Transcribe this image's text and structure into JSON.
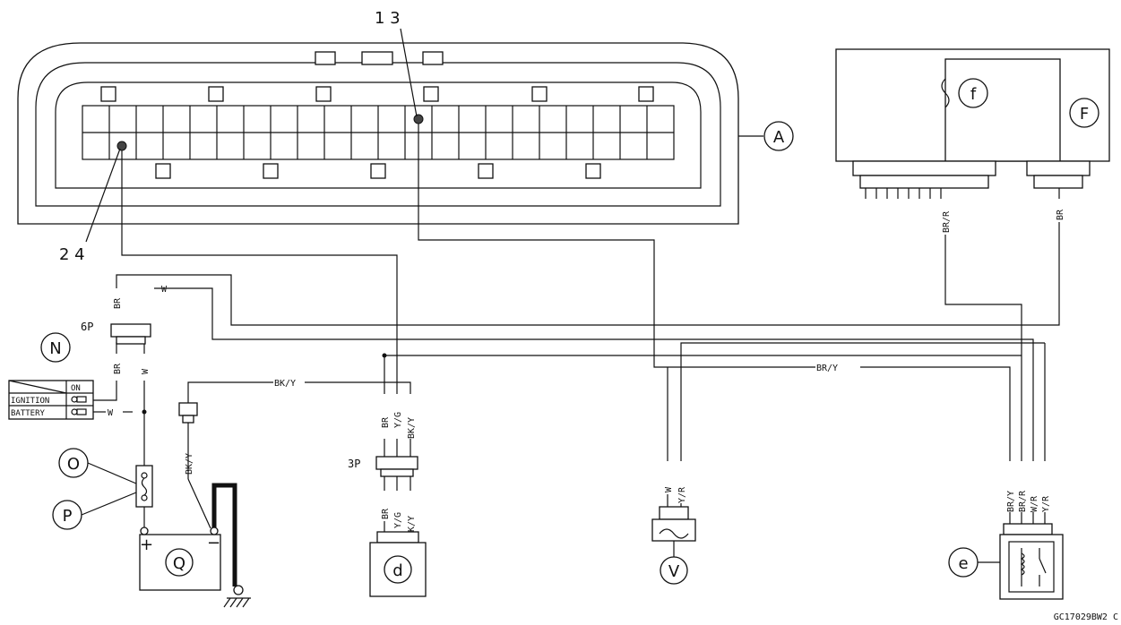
{
  "ecu": {
    "callout": "A",
    "pin_top": "1 3",
    "pin_bottom": "2 4"
  },
  "junction_box": {
    "callout_outer": "F",
    "callout_inner": "f",
    "wire_left": "BR/R",
    "wire_right": "BR"
  },
  "ignition_switch": {
    "callout": "N",
    "connector": "6P",
    "wire_br_top": "BR",
    "wire_w_top": "W",
    "wire_br_bottom": "BR",
    "wire_w_bottom": "W",
    "table_header": "ON",
    "row1": "IGNITION",
    "row2": "BATTERY",
    "wire_w_side": "W"
  },
  "battery_section": {
    "fuse_callout": "O",
    "fuse_holder_callout": "P",
    "battery_callout": "Q",
    "plus": "+",
    "minus": "−",
    "relay_wire": "BK/Y",
    "top_wire": "BK/Y"
  },
  "sensor_d": {
    "callout": "d",
    "connector": "3P",
    "wires_top": [
      "BR",
      "Y/G",
      "BK/Y"
    ],
    "wires_bottom": [
      "BR",
      "Y/G",
      "BK/Y"
    ]
  },
  "component_v": {
    "callout": "V",
    "wires": [
      "W",
      "Y/R"
    ]
  },
  "relay_e": {
    "callout": "e",
    "wires": [
      "BR/Y",
      "BR/R",
      "W/R",
      "Y/R"
    ]
  },
  "harness_label": "BR/Y",
  "figure_code": "GC17029BW2 C"
}
